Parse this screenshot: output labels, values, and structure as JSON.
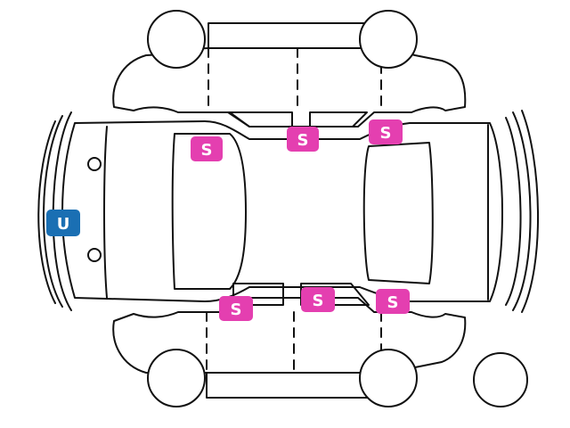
{
  "colors": {
    "line": "#111111",
    "badge_s": "#e43fb0",
    "badge_u": "#1a6fb3",
    "badge_text": "#ffffff"
  },
  "markers": {
    "s1": "S",
    "s2": "S",
    "s3": "S",
    "s4": "S",
    "s5": "S",
    "s6": "S",
    "u1": "U"
  }
}
